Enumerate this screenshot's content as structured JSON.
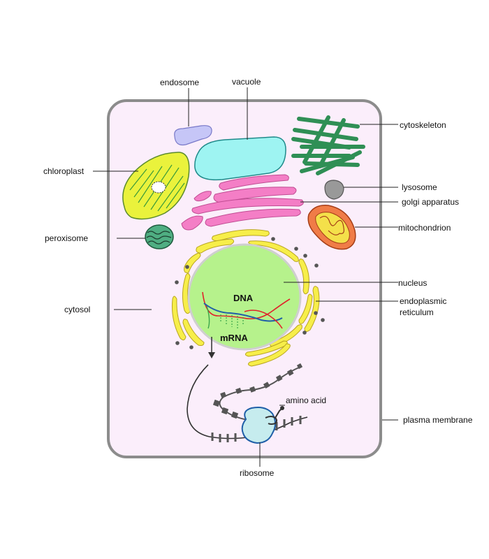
{
  "labels": {
    "endosome": "endosome",
    "vacuole": "vacuole",
    "cytoskeleton": "cytoskeleton",
    "chloroplast": "chloroplast",
    "lysosome": "lysosome",
    "golgi": "golgi apparatus",
    "peroxisome": "peroxisome",
    "mitochondrion": "mitochondrion",
    "nucleus": "nucleus",
    "cytosol": "cytosol",
    "er_line1": "endoplasmic",
    "er_line2": "reticulum",
    "amino_acid": "amino acid",
    "plasma_membrane": "plasma membrane",
    "ribosome": "ribosome",
    "dna": "DNA",
    "mrna": "mRNA"
  },
  "colors": {
    "cell_fill": "#fbeefb",
    "membrane": "#8c8c8c",
    "nucleus": "#b6f28c",
    "er": "#f7ee4a",
    "golgi": "#f47ec6",
    "vacuole": "#9ef4f2",
    "endosome": "#c6c6f7",
    "cytoskeleton": "#2f8f55",
    "chloroplast": "#eaf23c",
    "lysosome": "#999999",
    "mitochondrion": "#f07c47",
    "peroxisome": "#4fae82",
    "ribosome": "#c6ecee",
    "dna_strand_1": "#e0222a",
    "dna_strand_2": "#1f5fa8",
    "rna_bases": "#3aa54a"
  }
}
